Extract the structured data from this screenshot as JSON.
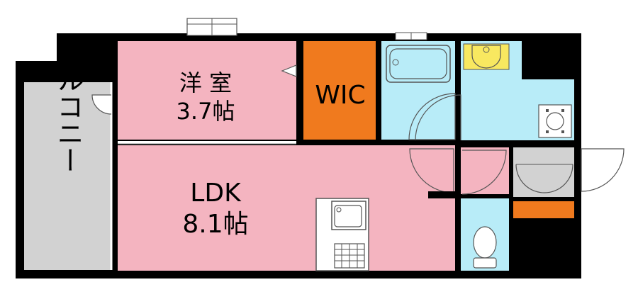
{
  "rooms": {
    "western_room": {
      "name": "洋 室",
      "size": "3.7帖"
    },
    "wic": {
      "name": "WIC"
    },
    "ldk": {
      "name": "LDK",
      "size": "8.1帖"
    },
    "balcony": {
      "name": "バルコニー"
    }
  },
  "colors": {
    "room_pink": "#f4b4c0",
    "wic_orange": "#f07a1e",
    "wet_cyan": "#b8ecf8",
    "balcony_gray": "#d2d2d2",
    "wall_black": "#000000",
    "fixture_yellow": "#f8e860"
  }
}
